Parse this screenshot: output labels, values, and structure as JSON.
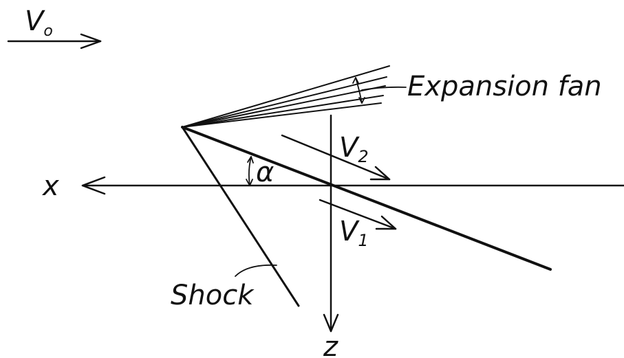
{
  "diagram": {
    "freestream_label": "V",
    "freestream_sub": "o",
    "expansion_label": "Expansion fan",
    "shock_label": "Shock",
    "x_axis_label": "x",
    "z_axis_label": "z",
    "angle_label": "α",
    "v1_label": "V",
    "v1_sub": "1",
    "v2_label": "V",
    "v2_sub": "2",
    "line_color": "#111111",
    "background_color": "#ffffff"
  }
}
